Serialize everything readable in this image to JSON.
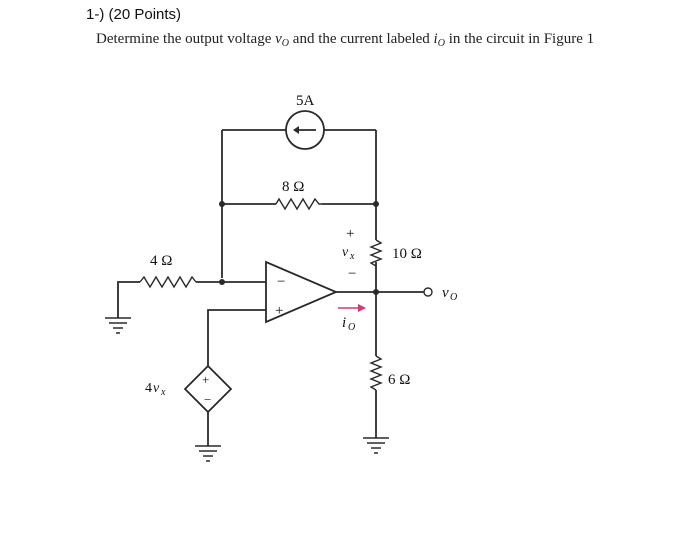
{
  "problem": {
    "heading": "1-) (20 Points)",
    "prompt_part1": "Determine the output voltage ",
    "vo_var": "v",
    "vo_sub": "O",
    "prompt_part2": " and the current labeled ",
    "io_var": "i",
    "io_sub": "O",
    "prompt_part3": " in the circuit in ",
    "figure_ref": "Figure 1"
  },
  "circuit": {
    "current_source": {
      "label": "5A"
    },
    "resistors": {
      "r_feedback": "8 Ω",
      "r_input": "4 Ω",
      "r_top_right": "10 Ω",
      "r_bottom_right": "6 Ω"
    },
    "dependent_source": {
      "coef": "4",
      "var": "v",
      "sub": "x",
      "plus": "+",
      "minus": "−"
    },
    "vx_label": {
      "plus": "+",
      "var": "v",
      "sub": "x",
      "minus": "−"
    },
    "opamp": {
      "minus": "−",
      "plus": "+"
    },
    "io_label": {
      "var": "i",
      "sub": "O"
    },
    "vo_label": {
      "var": "v",
      "sub": "O"
    },
    "colors": {
      "wire": "#2a2a2a",
      "io_arrow": "#d13b6e"
    }
  }
}
